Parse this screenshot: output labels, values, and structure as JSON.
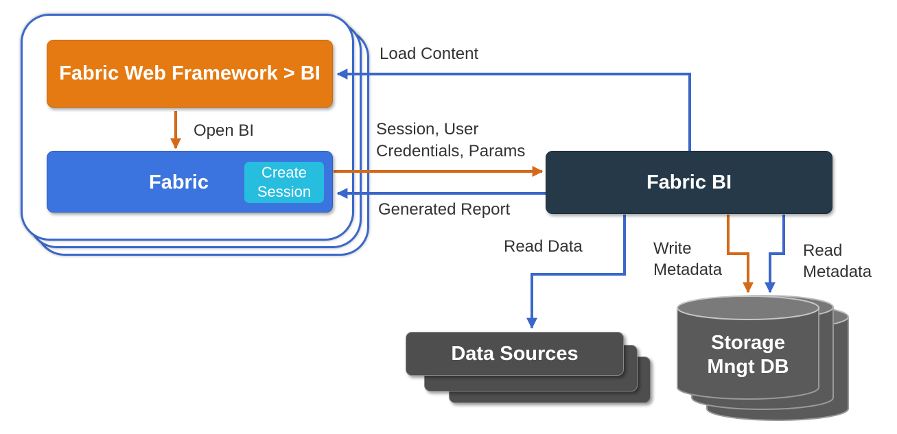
{
  "colors": {
    "orange": "#e57a12",
    "blue": "#3b74de",
    "navy": "#263949",
    "cyan": "#26bddf",
    "gray": "#4f4f4f",
    "arrow_blue": "#3a67c9",
    "arrow_orange": "#d4691a"
  },
  "boxes": {
    "framework": "Fabric Web Framework > BI",
    "fabric": "Fabric",
    "create_session": "Create\nSession",
    "fabric_bi": "Fabric BI",
    "data_sources": "Data Sources",
    "storage": "Storage\nMngt DB"
  },
  "labels": {
    "load_content": "Load Content",
    "open_bi": "Open BI",
    "session_line1": "Session, User",
    "session_line2": "Credentials, Params",
    "generated_report": "Generated Report",
    "read_data": "Read Data",
    "write_metadata_1": "Write",
    "write_metadata_2": "Metadata",
    "read_metadata_1": "Read",
    "read_metadata_2": "Metadata"
  }
}
